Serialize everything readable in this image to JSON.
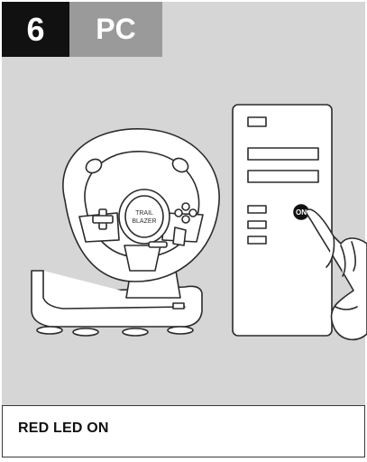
{
  "header": {
    "step_number": "6",
    "step_title": "PC"
  },
  "illustration": {
    "power_button_label": "ON",
    "wheel_logo_line1": "TRAIL",
    "wheel_logo_line2": "BLAZER"
  },
  "caption": {
    "text": "RED LED ON"
  },
  "colors": {
    "panel_background": "#d6d6d6",
    "badge_dark": "#111111",
    "badge_gray": "#9a9a9a",
    "outline": "#2b2b2b"
  }
}
